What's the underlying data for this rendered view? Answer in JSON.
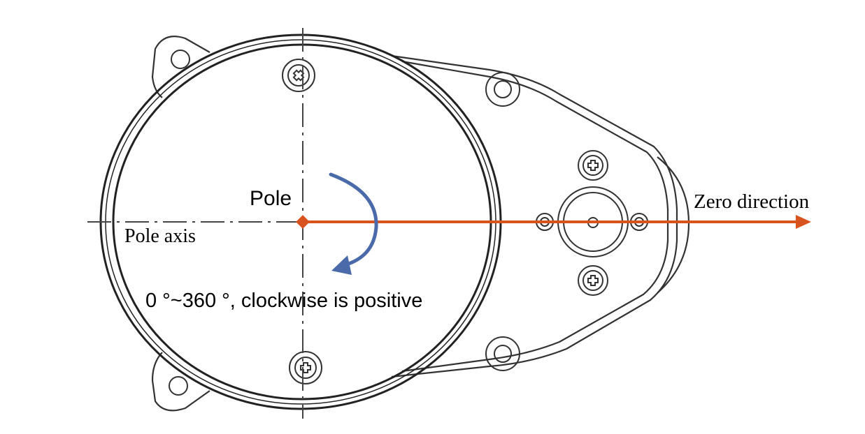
{
  "labels": {
    "pole": "Pole",
    "pole_axis": "Pole axis",
    "zero_direction": "Zero direction",
    "angle_rule": "0 °~360 °, clockwise is positive"
  },
  "icons": {
    "screw_heads": [
      "cross-screw-icon",
      "cross-screw-icon",
      "cross-screw-icon",
      "cross-screw-icon"
    ],
    "rotation": "clockwise-arrow-icon",
    "direction": "arrow-right-icon"
  },
  "colors": {
    "zero_direction_arrow": "#d9531e",
    "rotation_arrow": "#4a6aaa",
    "outline": "#333333",
    "axis_line": "#444444"
  }
}
